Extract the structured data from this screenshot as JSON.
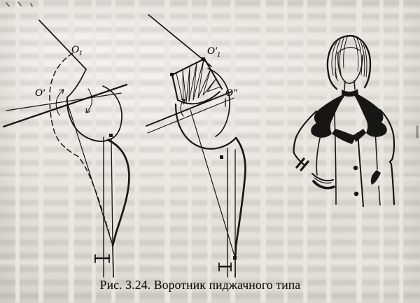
{
  "figure": {
    "caption": "Рис. 3.24. Воротник пиджачного типа",
    "point_labels": {
      "o1": {
        "base": "O",
        "sub": "1"
      },
      "o_prime": {
        "base": "O′",
        "sub": ""
      },
      "o1_prime": {
        "base": "O′",
        "sub": "1"
      },
      "o_double_prime": {
        "base": "O″",
        "sub": ""
      }
    }
  },
  "colors": {
    "ink": "#181614",
    "paper": "#eae7e1"
  }
}
